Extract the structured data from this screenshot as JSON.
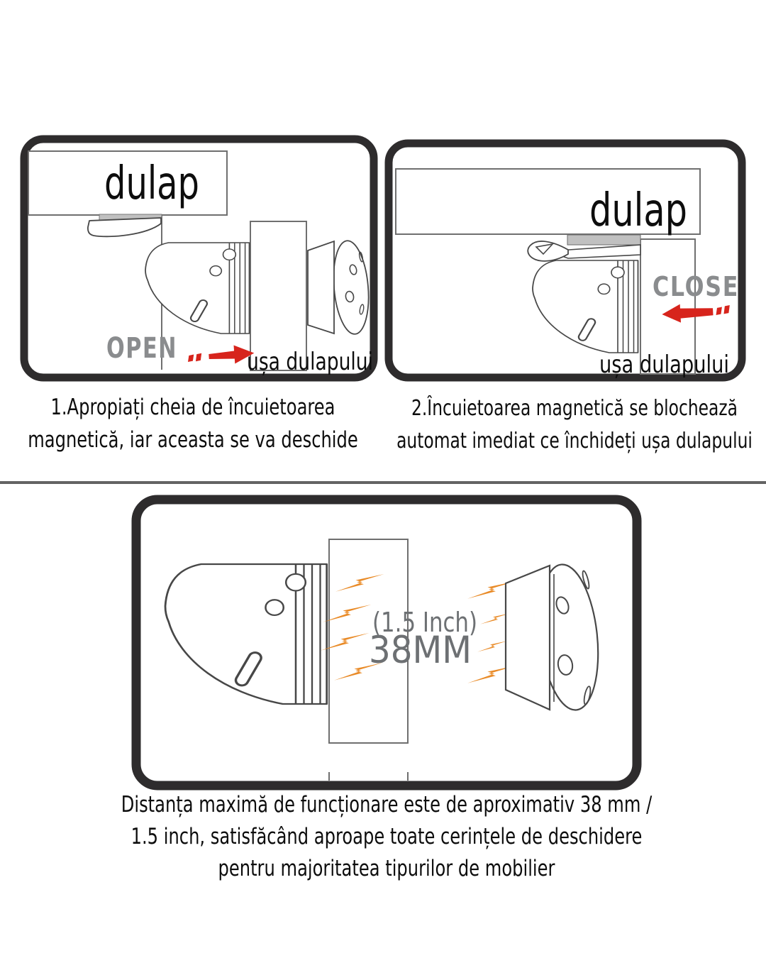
{
  "step1": {
    "cabinet_label": "dulap",
    "door_label": "ușa dulapului",
    "action_label": "OPEN",
    "caption": [
      "1.Apropiați cheia de încuietoarea",
      "magnetică, iar aceasta se va deschide"
    ]
  },
  "step2": {
    "cabinet_label": "dulap",
    "door_label": "ușa dulapului",
    "action_label": "CLOSE",
    "caption": [
      "2.Încuietoarea magnetică se blochează",
      "automat imediat ce închideți ușa dulapului"
    ]
  },
  "distance": {
    "inch_label": "(1.5 Inch)",
    "mm_label": "38MM",
    "caption": [
      "Distanța maximă de funcționare este de aproximativ 38 mm /",
      "1.5 inch, satisfăcând aproape toate cerințele de deschidere",
      "pentru majoritatea tipurilor de mobilier"
    ]
  },
  "icons": {
    "open_arrow": "red-arrow-right",
    "close_arrow": "red-arrow-left",
    "magnetic_field": "orange-lightning-bolt"
  },
  "colors": {
    "panel_border": "#2e2c2d",
    "line_gray": "#6f6f6f",
    "lock_line": "#474747",
    "action_text": "#8a8c8e",
    "measure_text": "#6d7073",
    "arrow_red": "#d7241c",
    "bolt_orange": "#e98b28",
    "plate_gray": "#c0c0c0",
    "caption_text": "#0d0d0d",
    "background": "#ffffff"
  }
}
